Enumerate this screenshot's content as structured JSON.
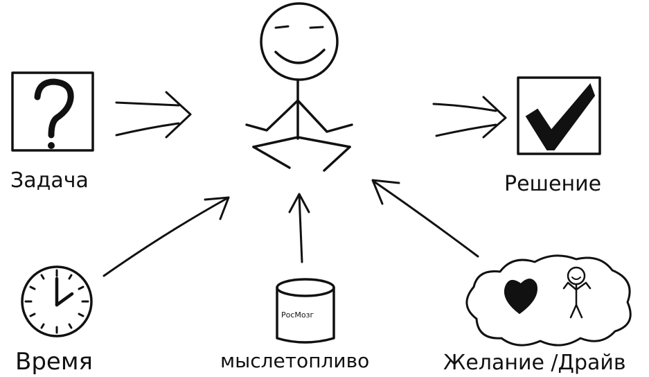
{
  "labels": {
    "task": "Задача",
    "solution": "Решение",
    "time": "Время",
    "fuel": "мыслетопливо",
    "desire": "Желание /Драйв",
    "jar": "РосМозг"
  },
  "icons": {
    "task": "question-mark-box-icon",
    "solution": "check-mark-box-icon",
    "time": "clock-icon",
    "fuel": "fuel-jar-icon",
    "desire": "heart-and-stick-figure-cloud-icon",
    "center": "meditating-stick-figure-icon"
  },
  "colors": {
    "ink": "#111111",
    "background": "#ffffff"
  }
}
